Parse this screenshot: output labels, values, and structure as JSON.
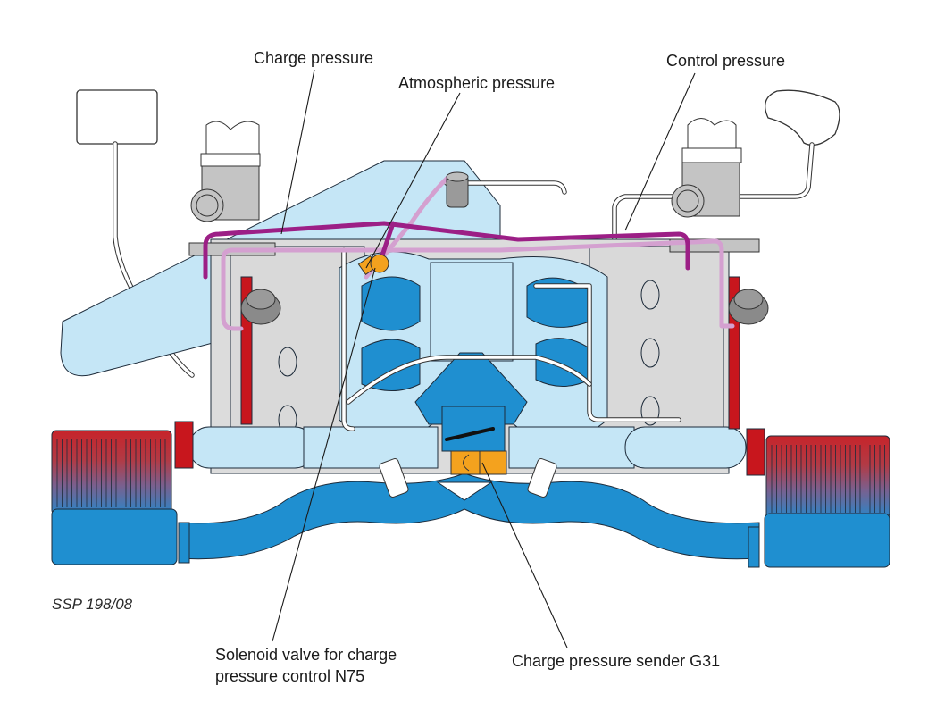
{
  "labels": {
    "charge_pressure": "Charge pressure",
    "atmospheric_pressure": "Atmospheric pressure",
    "control_pressure": "Control pressure",
    "solenoid_valve_line1": "Solenoid valve for charge",
    "solenoid_valve_line2": "pressure control N75",
    "charge_pressure_sender": "Charge pressure sender G31"
  },
  "figure_id": "SSP 198/08",
  "colors": {
    "charge_pressure_line": "#9c1f86",
    "atmospheric_pressure_line": "#d4a0d0",
    "intake_air_dark": "#1f8fd0",
    "intake_air_light": "#c5e6f6",
    "hot_exhaust": "#c8161d",
    "engine_grey": "#d9d9d9",
    "component_grey": "#c4c4c4",
    "sensor_orange": "#f4a21e"
  }
}
